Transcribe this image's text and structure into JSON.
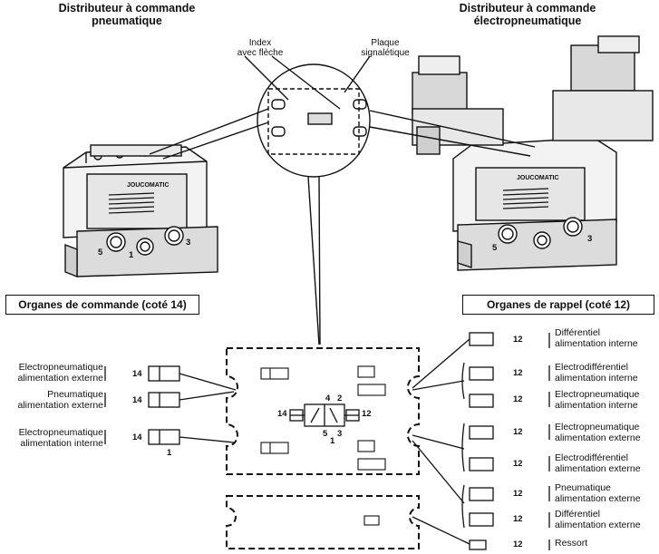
{
  "titles": {
    "left": [
      "Distributeur à commande",
      "pneumatique"
    ],
    "right": [
      "Distributeur à commande",
      "électropneumatique"
    ]
  },
  "callouts": {
    "index": [
      "Index",
      "avec flèche"
    ],
    "plaque": [
      "Plaque",
      "signalétique"
    ]
  },
  "brand": "JOUCOMATIC",
  "port_numbers": {
    "p5": "5",
    "p1": "1",
    "p3": "3"
  },
  "sections": {
    "command": "Organes de commande (coté 14)",
    "return": "Organes de rappel (coté 12)"
  },
  "command_items": [
    {
      "lines": [
        "Electropneumatique",
        "alimentation externe"
      ],
      "code": "14"
    },
    {
      "lines": [
        "Pneumatique",
        "alimentation externe"
      ],
      "code": "14"
    },
    {
      "lines": [
        "Electropneumatique",
        "alimentation interne"
      ],
      "code": "14"
    }
  ],
  "return_items": [
    {
      "lines": [
        "Différentiel",
        "alimentation interne"
      ],
      "code": "12"
    },
    {
      "lines": [
        "Electrodifférentiel",
        "alimentation interne"
      ],
      "code": "12"
    },
    {
      "lines": [
        "Electropneumatique",
        "alimentation interne"
      ],
      "code": "12"
    },
    {
      "lines": [
        "Electropneumatique",
        "alimentation externe"
      ],
      "code": "12"
    },
    {
      "lines": [
        "Electrodifférentiel",
        "alimentation externe"
      ],
      "code": "12"
    },
    {
      "lines": [
        "Pneumatique",
        "alimentation externe"
      ],
      "code": "12"
    },
    {
      "lines": [
        "Différentiel",
        "alimentation externe"
      ],
      "code": "12"
    },
    {
      "lines": [
        "Ressort"
      ],
      "code": "12"
    }
  ],
  "center_symbol": {
    "left": "14",
    "right": "12",
    "top": [
      "4",
      "2"
    ],
    "bottom": [
      "5",
      "1",
      "3"
    ]
  },
  "small_pilot_number": "1"
}
